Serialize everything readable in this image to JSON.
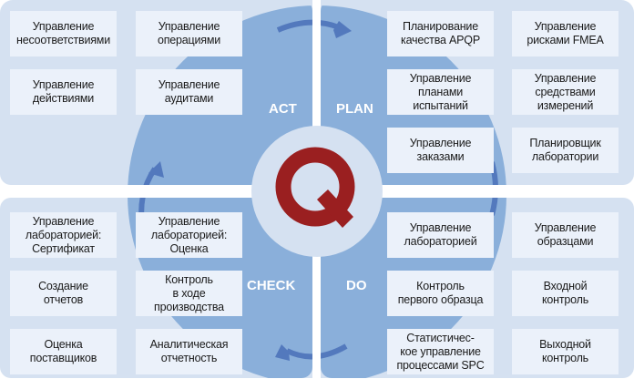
{
  "colors": {
    "panel": "#d5e1f1",
    "box": "#ebf1fa",
    "wheel": "#8aafda",
    "arrow": "#5379bd",
    "center_circle": "#d5e1f1",
    "q_mark": "#9a1f20",
    "phase_label": "#ffffff"
  },
  "center": {
    "letter": "Q"
  },
  "phases": {
    "act": "ACT",
    "plan": "PLAN",
    "check": "CHECK",
    "do": "DO"
  },
  "quadrants": {
    "act": {
      "items": [
        "Управление\nнесоответствиями",
        "Управление\nоперациями",
        "Управление\nдействиями",
        "Управление\nаудитами"
      ]
    },
    "plan": {
      "items": [
        "Планирование\nкачества APQP",
        "Управление\nрисками FMEA",
        "Управление\nпланами\nиспытаний",
        "Управление\nсредствами\nизмерений",
        "Управление\nзаказами",
        "Планировщик\nлаборатории"
      ]
    },
    "check": {
      "items": [
        "Управление\nлабораторией:\nСертификат",
        "Управление\nлабораторией:\nОценка",
        "Создание\nотчетов",
        "Контроль\nв ходе\nпроизводства",
        "Оценка\nпоставщиков",
        "Аналитическая\nотчетность"
      ]
    },
    "do": {
      "items": [
        "Управление\nлабораторией",
        "Управление\nобразцами",
        "Контроль\nпервого образца",
        "Входной\nконтроль",
        "Статистичес-\nкое управление\nпроцессами SPC",
        "Выходной\nконтроль"
      ]
    }
  }
}
